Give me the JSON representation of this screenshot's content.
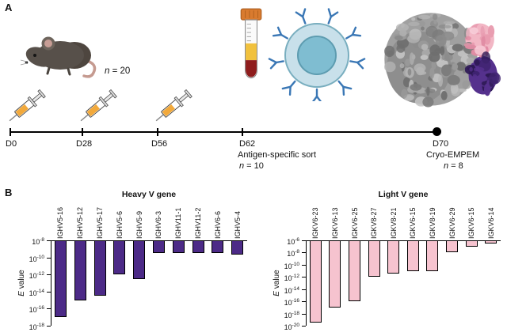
{
  "figure": {
    "panel_a_label": "A",
    "panel_b_label": "B"
  },
  "panel_a": {
    "mouse_n": "n = 20",
    "icons": [
      "mouse",
      "syringe",
      "syringe",
      "syringe",
      "blood-collection-tube",
      "b-cell-with-antibodies",
      "cryo-em-density-map"
    ],
    "timeline": [
      {
        "label": "D0"
      },
      {
        "label": "D28"
      },
      {
        "label": "D56"
      },
      {
        "label": "D62",
        "sub1": "Antigen-specific sort",
        "sub2": "n = 10"
      },
      {
        "label": "D70",
        "sub1": "Cryo-EMPEM",
        "sub2": "n = 8"
      }
    ]
  },
  "chart_data": [
    {
      "type": "bar",
      "title": "Heavy V gene",
      "ylabel": "E value",
      "categories": [
        "IGHV5-16",
        "IGHV5-12",
        "IGHV5-17",
        "IGHV5-6",
        "IGHV5-9",
        "IGHV6-3",
        "IGHV11-1",
        "IGHV11-2",
        "IGHV6-6",
        "IGHV5-4"
      ],
      "values_exponent": [
        -17,
        -15,
        -14.5,
        -12,
        -12.5,
        -9.5,
        -9.5,
        -9.5,
        -9.5,
        -9.7
      ],
      "ylim_exponent": [
        -8,
        -18
      ],
      "yticks_exponent": [
        -8,
        -10,
        -12,
        -14,
        -16,
        -18
      ],
      "bar_color": "#4c2a87",
      "grid": false,
      "legend": "none"
    },
    {
      "type": "bar",
      "title": "Light V gene",
      "ylabel": "E value",
      "categories": [
        "IGKV6-23",
        "IGKV6-13",
        "IGKV6-25",
        "IGKV8-27",
        "IGKV8-21",
        "IGKV6-15",
        "IGKV8-19",
        "IGKV6-29",
        "IGKV6-15",
        "IGKV6-14"
      ],
      "values_exponent": [
        -19.5,
        -17,
        -16,
        -12,
        -11.5,
        -11,
        -11,
        -8,
        -7,
        -6.5
      ],
      "ylim_exponent": [
        -6,
        -20
      ],
      "yticks_exponent": [
        -6,
        -8,
        -10,
        -12,
        -14,
        -16,
        -18,
        -20
      ],
      "bar_color": "#f6c3cf",
      "grid": false,
      "legend": "none"
    }
  ]
}
